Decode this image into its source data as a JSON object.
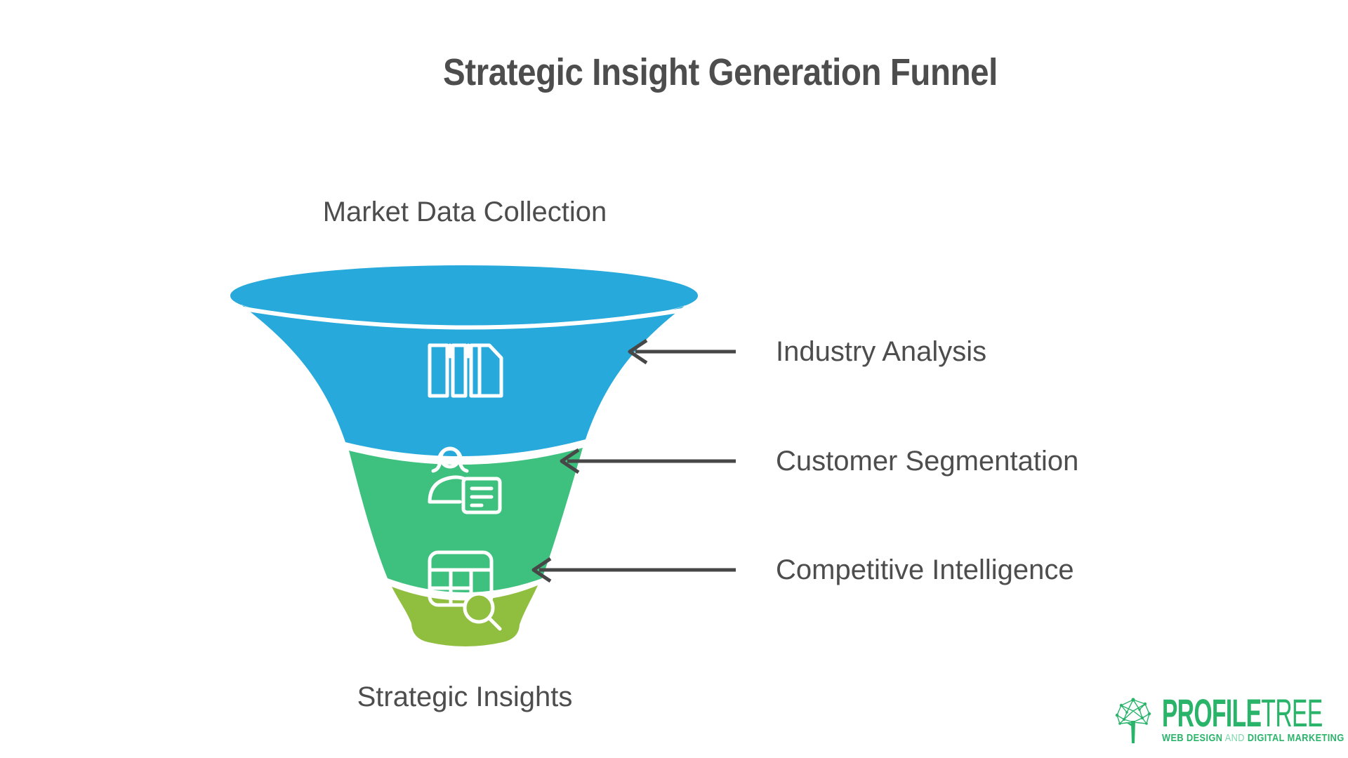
{
  "title": "Strategic Insight Generation Funnel",
  "funnel": {
    "top_label": "Market Data Collection",
    "bottom_label": "Strategic Insights",
    "stages": [
      {
        "label": "Industry Analysis",
        "color": "#27A9DC",
        "icon": "books-document-icon"
      },
      {
        "label": "Customer Segmentation",
        "color": "#3EC17E",
        "icon": "customer-profile-icon"
      },
      {
        "label": "Competitive Intelligence",
        "color": "#90BE3F",
        "icon": "data-table-search-icon"
      }
    ]
  },
  "colors": {
    "background": "#FFFFFF",
    "text": "#4D4D4D",
    "arrow": "#474747",
    "icon_stroke": "#FFFFFF",
    "logo_green": "#29B46A",
    "logo_green_light": "#7FD7AB"
  },
  "logo": {
    "name_bold": "PROFILE",
    "name_light": "TREE",
    "tagline_part1": "WEB DESIGN",
    "tagline_and": " AND ",
    "tagline_part2": "DIGITAL MARKETING"
  }
}
